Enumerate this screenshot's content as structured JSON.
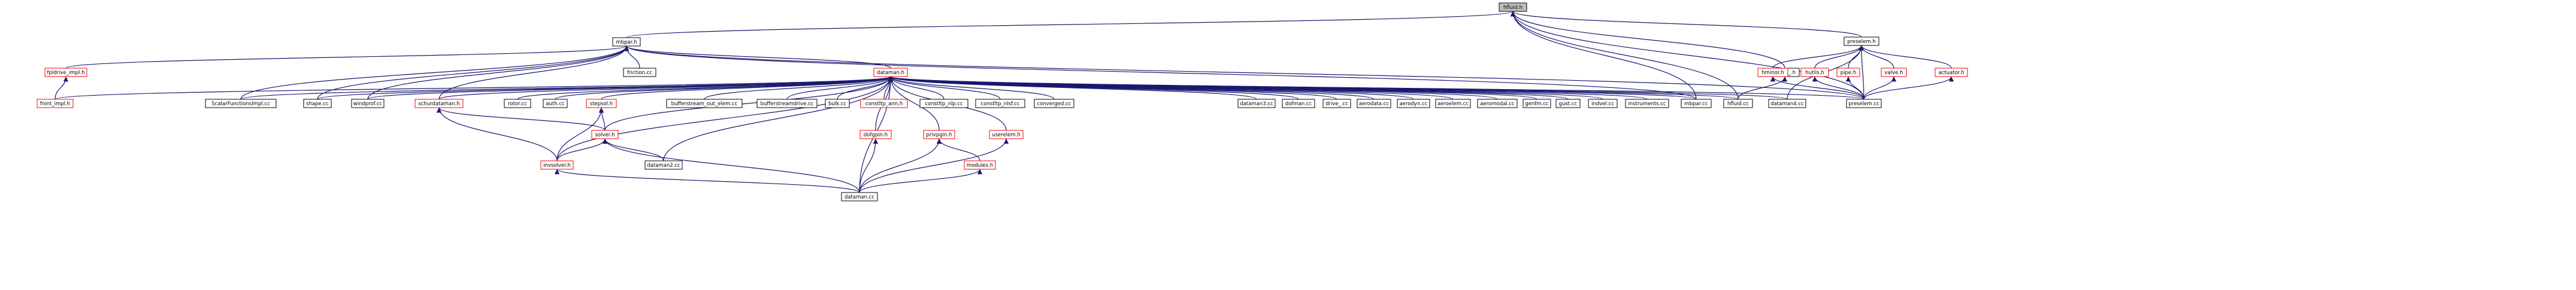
{
  "graph": {
    "colors": {
      "edge": "#191970",
      "focus_fill": "#bfbfbf",
      "focus_border": "#000000",
      "normal_border": "#000000",
      "truncated_border": "#ff0000",
      "fill": "#ffffff"
    },
    "nodes": [
      {
        "id": "hfluid_h",
        "label": "hfluid.h",
        "kind": "focus"
      },
      {
        "id": "mbpar_h",
        "label": "mbpar.h",
        "kind": "normal"
      },
      {
        "id": "preselem_h",
        "label": "preselem.h",
        "kind": "normal"
      },
      {
        "id": "hfluid__h",
        "label": "hfluid_.h",
        "kind": "normal"
      },
      {
        "id": "fpldrive_impl_h",
        "label": "fpldrive_impl.h",
        "kind": "truncated"
      },
      {
        "id": "friction_cc",
        "label": "friction.cc",
        "kind": "normal"
      },
      {
        "id": "dataman_h",
        "label": "dataman.h",
        "kind": "truncated"
      },
      {
        "id": "hminor_h",
        "label": "hminor.h",
        "kind": "truncated"
      },
      {
        "id": "hutils_h",
        "label": "hutils.h",
        "kind": "truncated"
      },
      {
        "id": "pipe_h",
        "label": "pipe.h",
        "kind": "truncated"
      },
      {
        "id": "valve_h",
        "label": "valve.h",
        "kind": "truncated"
      },
      {
        "id": "actuator_h",
        "label": "actuator.h",
        "kind": "truncated"
      },
      {
        "id": "fnint_impl_h",
        "label": "fnint_impl.h",
        "kind": "truncated"
      },
      {
        "id": "scalarfunctionsimpl_cc",
        "label": "ScalarFunctionsImpl.cc",
        "kind": "normal"
      },
      {
        "id": "shape_cc",
        "label": "shape.cc",
        "kind": "normal"
      },
      {
        "id": "windprof_cc",
        "label": "windprof.cc",
        "kind": "normal"
      },
      {
        "id": "schurdataman_h",
        "label": "schurdataman.h",
        "kind": "truncated"
      },
      {
        "id": "rotor_cc",
        "label": "rotor.cc",
        "kind": "normal"
      },
      {
        "id": "auth_cc",
        "label": "auth.cc",
        "kind": "normal"
      },
      {
        "id": "stepsol_h",
        "label": "stepsol.h",
        "kind": "truncated"
      },
      {
        "id": "bufferstream_out_elem_cc",
        "label": "bufferstream_out_elem.cc",
        "kind": "normal"
      },
      {
        "id": "bufferstreamdrive_cc",
        "label": "bufferstreamdrive.cc",
        "kind": "normal"
      },
      {
        "id": "bulk_cc",
        "label": "bulk.cc",
        "kind": "normal"
      },
      {
        "id": "constltp_ann_h",
        "label": "constltp_ann.h",
        "kind": "truncated"
      },
      {
        "id": "constltp_nlp_cc",
        "label": "constltp_nlp.cc",
        "kind": "normal"
      },
      {
        "id": "constltp_nlsf_cc",
        "label": "constltp_nlsf.cc",
        "kind": "normal"
      },
      {
        "id": "converged_cc",
        "label": "converged.cc",
        "kind": "normal"
      },
      {
        "id": "dataman3_cc",
        "label": "dataman3.cc",
        "kind": "normal"
      },
      {
        "id": "dofman_cc",
        "label": "dofman.cc",
        "kind": "normal"
      },
      {
        "id": "drive__cc",
        "label": "drive_.cc",
        "kind": "normal"
      },
      {
        "id": "aerodata_cc",
        "label": "aerodata.cc",
        "kind": "normal"
      },
      {
        "id": "aerodyn_cc",
        "label": "aerodyn.cc",
        "kind": "normal"
      },
      {
        "id": "aeroelem_cc",
        "label": "aeroelem.cc",
        "kind": "normal"
      },
      {
        "id": "aeromodal_cc",
        "label": "aeromodal.cc",
        "kind": "normal"
      },
      {
        "id": "genfm_cc",
        "label": "genfm.cc",
        "kind": "normal"
      },
      {
        "id": "gust_cc",
        "label": "gust.cc",
        "kind": "normal"
      },
      {
        "id": "indvel_cc",
        "label": "indvel.cc",
        "kind": "normal"
      },
      {
        "id": "instruments_cc",
        "label": "instruments.cc",
        "kind": "normal"
      },
      {
        "id": "mbpar_cc",
        "label": "mbpar.cc",
        "kind": "normal"
      },
      {
        "id": "hfluid_cc",
        "label": "hfluid.cc",
        "kind": "normal"
      },
      {
        "id": "dataman4_cc",
        "label": "dataman4.cc",
        "kind": "normal"
      },
      {
        "id": "preselem_cc",
        "label": "preselem.cc",
        "kind": "normal"
      },
      {
        "id": "solver_h",
        "label": "solver.h",
        "kind": "truncated"
      },
      {
        "id": "dofgpin_h",
        "label": "dofgpin.h",
        "kind": "truncated"
      },
      {
        "id": "privpgin_h",
        "label": "privpgin.h",
        "kind": "truncated"
      },
      {
        "id": "userelem_h",
        "label": "userelem.h",
        "kind": "truncated"
      },
      {
        "id": "invsolver_h",
        "label": "invsolver.h",
        "kind": "truncated"
      },
      {
        "id": "dataman2_cc",
        "label": "dataman2.cc",
        "kind": "normal"
      },
      {
        "id": "modules_h",
        "label": "modules.h",
        "kind": "truncated"
      },
      {
        "id": "dataman_cc",
        "label": "dataman.cc",
        "kind": "normal"
      }
    ],
    "edges": [
      [
        "mbpar_h",
        "hfluid_h"
      ],
      [
        "preselem_h",
        "hfluid_h"
      ],
      [
        "hfluid__h",
        "hfluid_h"
      ],
      [
        "mbpar_cc",
        "hfluid_h"
      ],
      [
        "hfluid_cc",
        "hfluid_h"
      ],
      [
        "preselem_cc",
        "hfluid_h"
      ],
      [
        "fpldrive_impl_h",
        "mbpar_h"
      ],
      [
        "friction_cc",
        "mbpar_h"
      ],
      [
        "dataman_h",
        "mbpar_h"
      ],
      [
        "scalarfunctionsimpl_cc",
        "mbpar_h"
      ],
      [
        "shape_cc",
        "mbpar_h"
      ],
      [
        "windprof_cc",
        "mbpar_h"
      ],
      [
        "schurdataman_h",
        "mbpar_h"
      ],
      [
        "mbpar_cc",
        "mbpar_h"
      ],
      [
        "preselem_cc",
        "mbpar_h"
      ],
      [
        "hfluid_cc",
        "hfluid__h"
      ],
      [
        "fnint_impl_h",
        "fpldrive_impl_h"
      ],
      [
        "hminor_h",
        "preselem_h"
      ],
      [
        "hutils_h",
        "preselem_h"
      ],
      [
        "pipe_h",
        "preselem_h"
      ],
      [
        "valve_h",
        "preselem_h"
      ],
      [
        "actuator_h",
        "preselem_h"
      ],
      [
        "dataman4_cc",
        "preselem_h"
      ],
      [
        "preselem_cc",
        "preselem_h"
      ],
      [
        "preselem_cc",
        "hminor_h"
      ],
      [
        "preselem_cc",
        "hutils_h"
      ],
      [
        "preselem_cc",
        "pipe_h"
      ],
      [
        "preselem_cc",
        "valve_h"
      ],
      [
        "preselem_cc",
        "actuator_h"
      ],
      [
        "fnint_impl_h",
        "dataman_h"
      ],
      [
        "scalarfunctionsimpl_cc",
        "dataman_h"
      ],
      [
        "shape_cc",
        "dataman_h"
      ],
      [
        "windprof_cc",
        "dataman_h"
      ],
      [
        "schurdataman_h",
        "dataman_h"
      ],
      [
        "rotor_cc",
        "dataman_h"
      ],
      [
        "auth_cc",
        "dataman_h"
      ],
      [
        "stepsol_h",
        "dataman_h"
      ],
      [
        "bufferstream_out_elem_cc",
        "dataman_h"
      ],
      [
        "bufferstreamdrive_cc",
        "dataman_h"
      ],
      [
        "bulk_cc",
        "dataman_h"
      ],
      [
        "constltp_ann_h",
        "dataman_h"
      ],
      [
        "constltp_nlp_cc",
        "dataman_h"
      ],
      [
        "constltp_nlsf_cc",
        "dataman_h"
      ],
      [
        "converged_cc",
        "dataman_h"
      ],
      [
        "dataman3_cc",
        "dataman_h"
      ],
      [
        "dofman_cc",
        "dataman_h"
      ],
      [
        "drive__cc",
        "dataman_h"
      ],
      [
        "aerodata_cc",
        "dataman_h"
      ],
      [
        "aerodyn_cc",
        "dataman_h"
      ],
      [
        "aeroelem_cc",
        "dataman_h"
      ],
      [
        "aeromodal_cc",
        "dataman_h"
      ],
      [
        "genfm_cc",
        "dataman_h"
      ],
      [
        "gust_cc",
        "dataman_h"
      ],
      [
        "indvel_cc",
        "dataman_h"
      ],
      [
        "instruments_cc",
        "dataman_h"
      ],
      [
        "mbpar_cc",
        "dataman_h"
      ],
      [
        "hfluid_cc",
        "dataman_h"
      ],
      [
        "dataman4_cc",
        "dataman_h"
      ],
      [
        "preselem_cc",
        "dataman_h"
      ],
      [
        "solver_h",
        "dataman_h"
      ],
      [
        "dofgpin_h",
        "dataman_h"
      ],
      [
        "privpgin_h",
        "dataman_h"
      ],
      [
        "userelem_h",
        "dataman_h"
      ],
      [
        "invsolver_h",
        "dataman_h"
      ],
      [
        "dataman2_cc",
        "dataman_h"
      ],
      [
        "dataman_cc",
        "dataman_h"
      ],
      [
        "solver_h",
        "schurdataman_h"
      ],
      [
        "invsolver_h",
        "schurdataman_h"
      ],
      [
        "solver_h",
        "stepsol_h"
      ],
      [
        "invsolver_h",
        "stepsol_h"
      ],
      [
        "invsolver_h",
        "solver_h"
      ],
      [
        "dataman2_cc",
        "solver_h"
      ],
      [
        "dataman_cc",
        "solver_h"
      ],
      [
        "dataman_cc",
        "dofgpin_h"
      ],
      [
        "dataman_cc",
        "privpgin_h"
      ],
      [
        "modules_h",
        "privpgin_h"
      ],
      [
        "dataman_cc",
        "userelem_h"
      ],
      [
        "dataman_cc",
        "invsolver_h"
      ],
      [
        "dataman_cc",
        "modules_h"
      ]
    ]
  }
}
